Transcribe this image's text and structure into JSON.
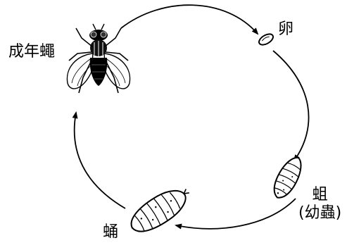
{
  "labels": {
    "adult": "成年蠅",
    "egg": "卵",
    "larva_line1": "蛆",
    "larva_line2": "(幼蟲)",
    "pupa": "蛹"
  },
  "colors": {
    "ink": "#000000",
    "background": "#ffffff"
  },
  "stages": [
    {
      "name": "adult",
      "icon": "fly-icon"
    },
    {
      "name": "egg",
      "icon": "egg-icon"
    },
    {
      "name": "larva",
      "icon": "larva-icon"
    },
    {
      "name": "pupa",
      "icon": "pupa-icon"
    }
  ]
}
